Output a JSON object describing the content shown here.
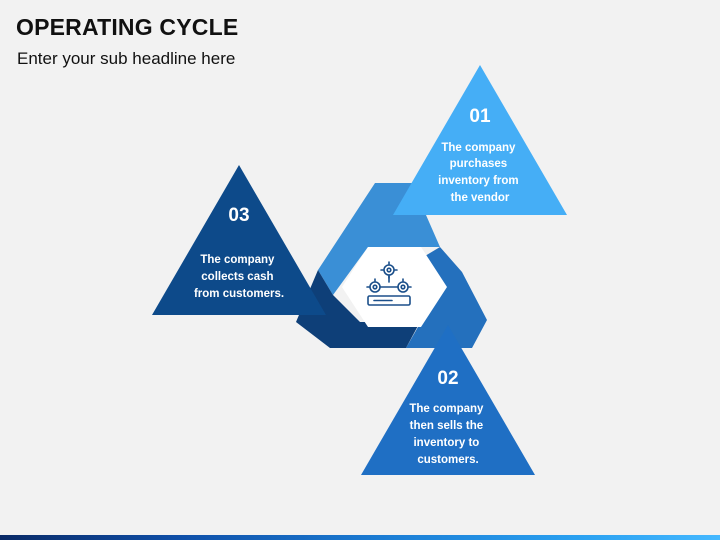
{
  "title": "OPERATING CYCLE",
  "subtitle": "Enter your sub headline here",
  "colors": {
    "background": "#f2f2f2",
    "step1": "#45aef6",
    "step2": "#1f6fc4",
    "step3": "#0d4a8a",
    "ring_light": "#3a8fd6",
    "ring_mid": "#2470bd",
    "ring_dark": "#0e3f78",
    "hex_center": "#ffffff",
    "icon": "#1b4f8a"
  },
  "center_icon": "gear-process-icon",
  "steps": [
    {
      "number": "01",
      "lines": [
        "The company",
        "purchases",
        "inventory from",
        "the vendor"
      ]
    },
    {
      "number": "02",
      "lines": [
        "The company",
        "then sells the",
        "inventory to",
        "customers."
      ]
    },
    {
      "number": "03",
      "lines": [
        "The company",
        "collects cash",
        "from customers."
      ]
    }
  ]
}
